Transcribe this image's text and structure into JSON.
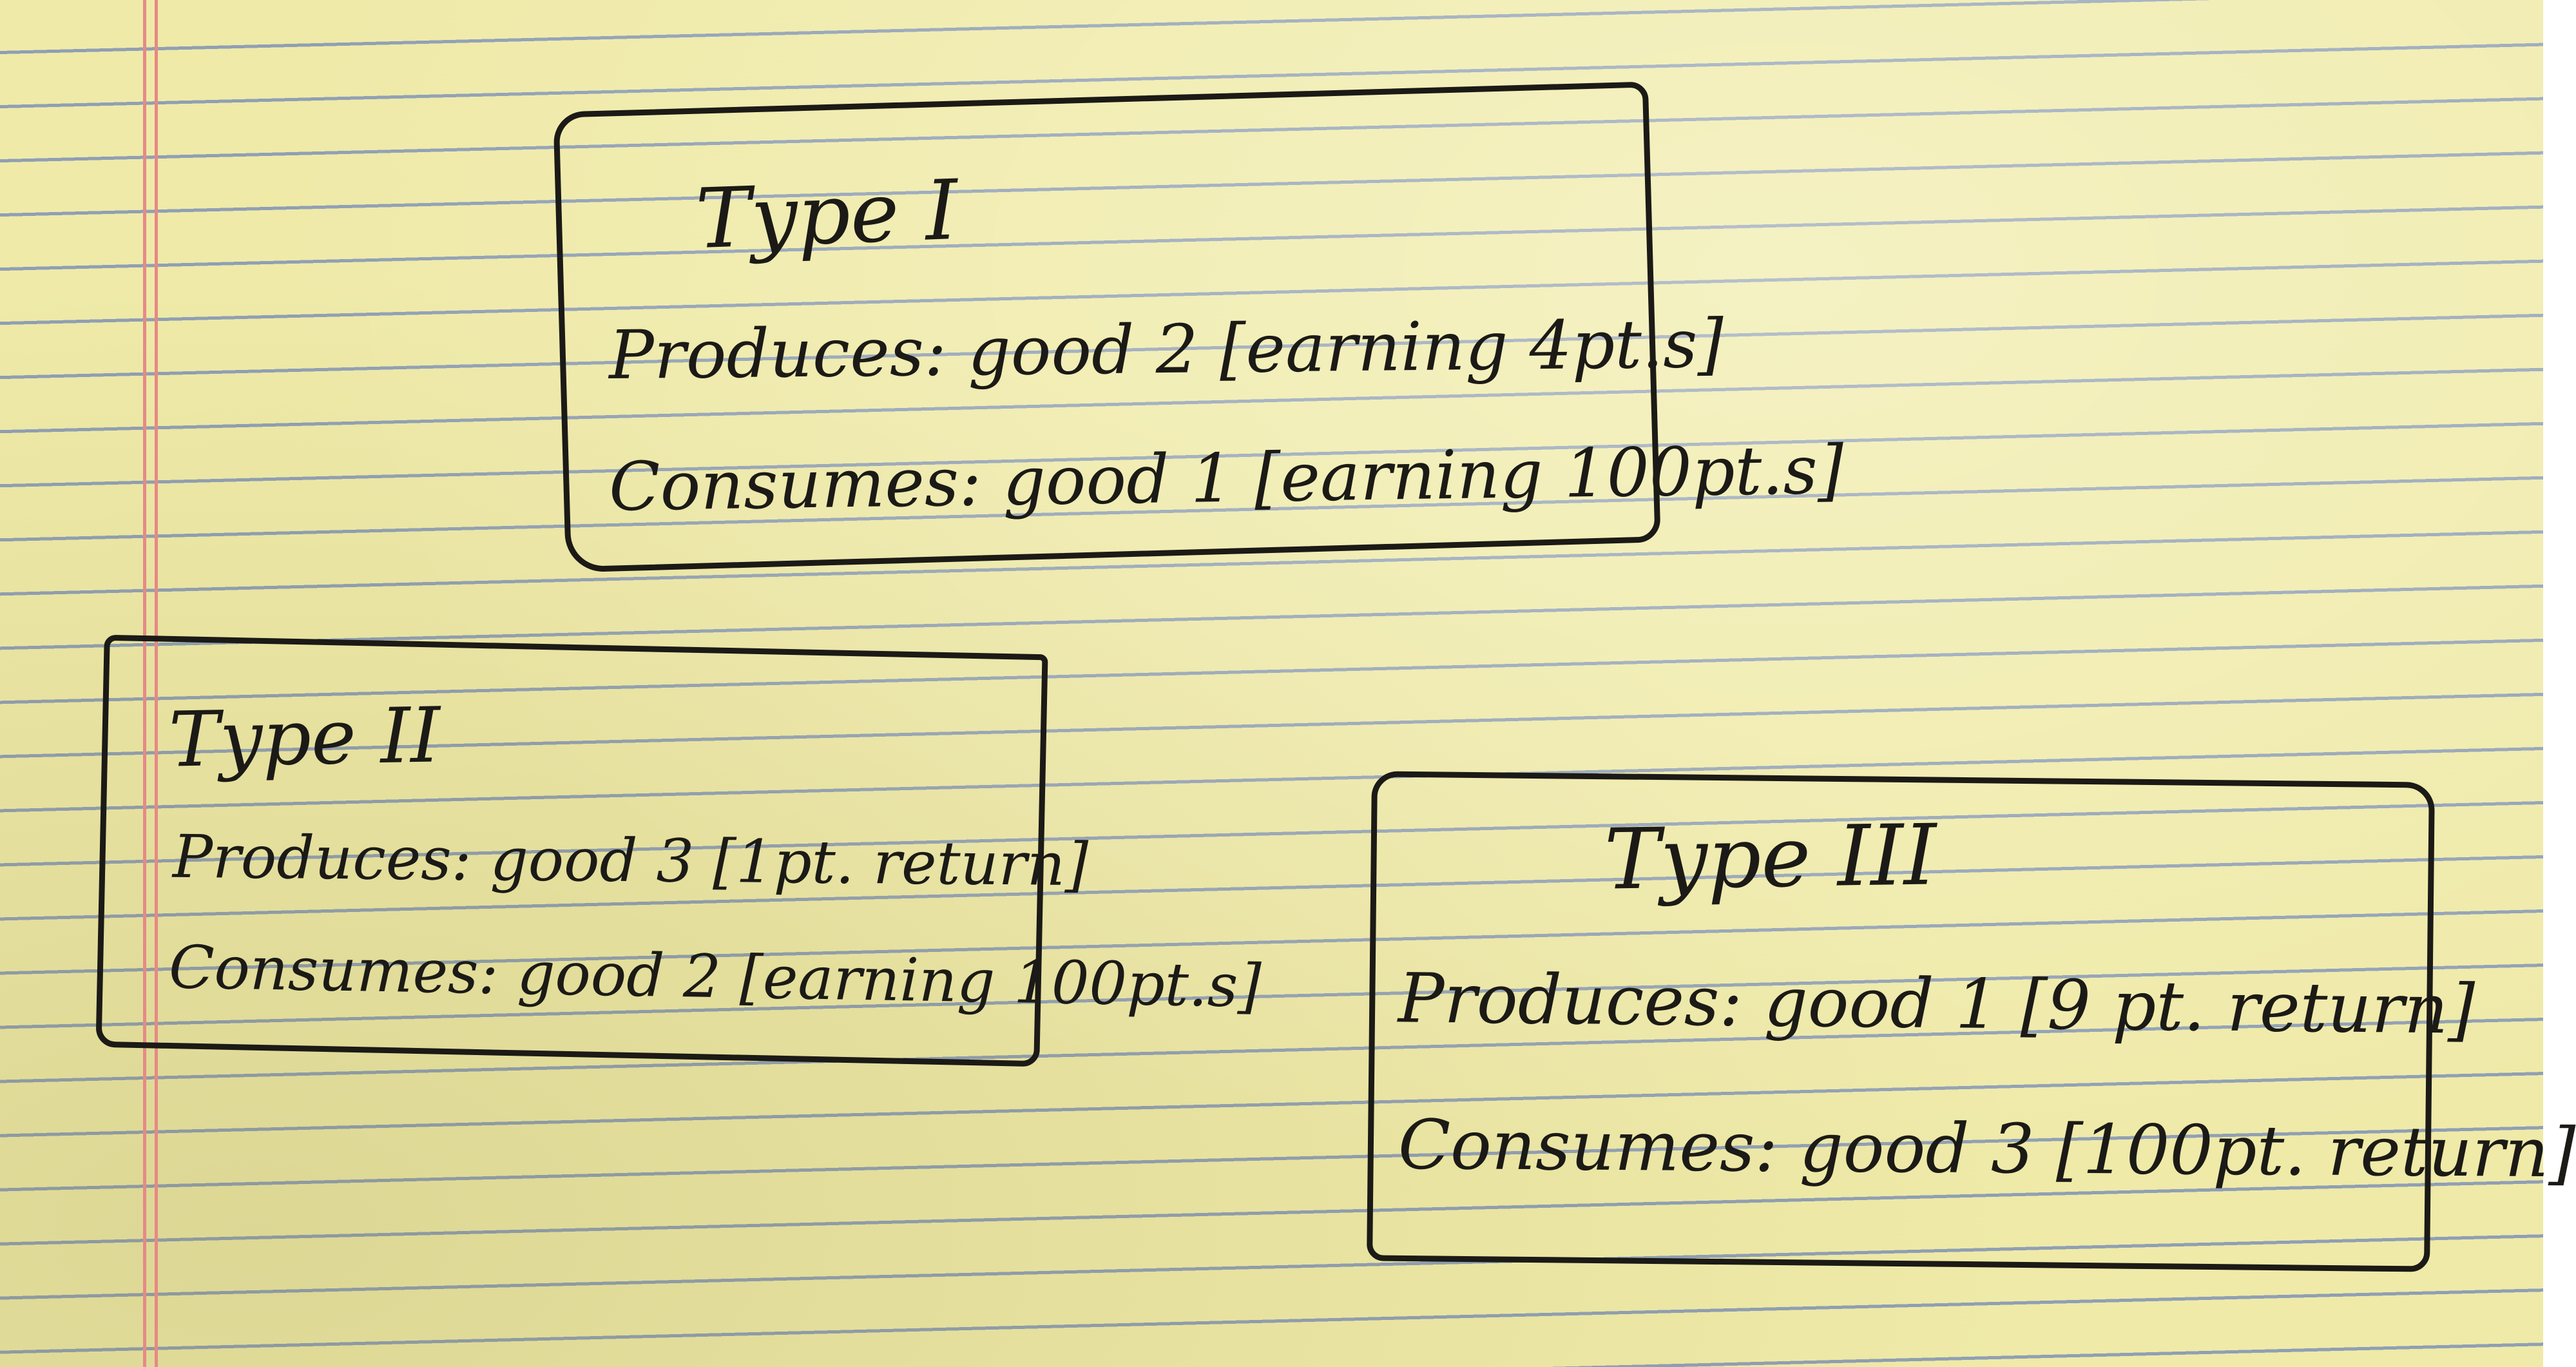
{
  "notes": {
    "type1": {
      "title": "Type I",
      "produces": "Produces: good 2 [earning 4pt.s]",
      "consumes": "Consumes: good 1 [earning 100pt.s]"
    },
    "type2": {
      "title": "Type II",
      "produces": "Produces: good 3 [1pt. return]",
      "consumes": "Consumes: good 2 [earning 100pt.s]"
    },
    "type3": {
      "title": "Type III",
      "produces": "Produces: good 1 [9 pt. return]",
      "consumes": "Consumes: good 3 [100pt. return]"
    }
  },
  "colors": {
    "paper": "#efeaa8",
    "rule_lines": "#8f9fb4",
    "margin_line": "#e58a86",
    "ink": "#1b1a16"
  }
}
